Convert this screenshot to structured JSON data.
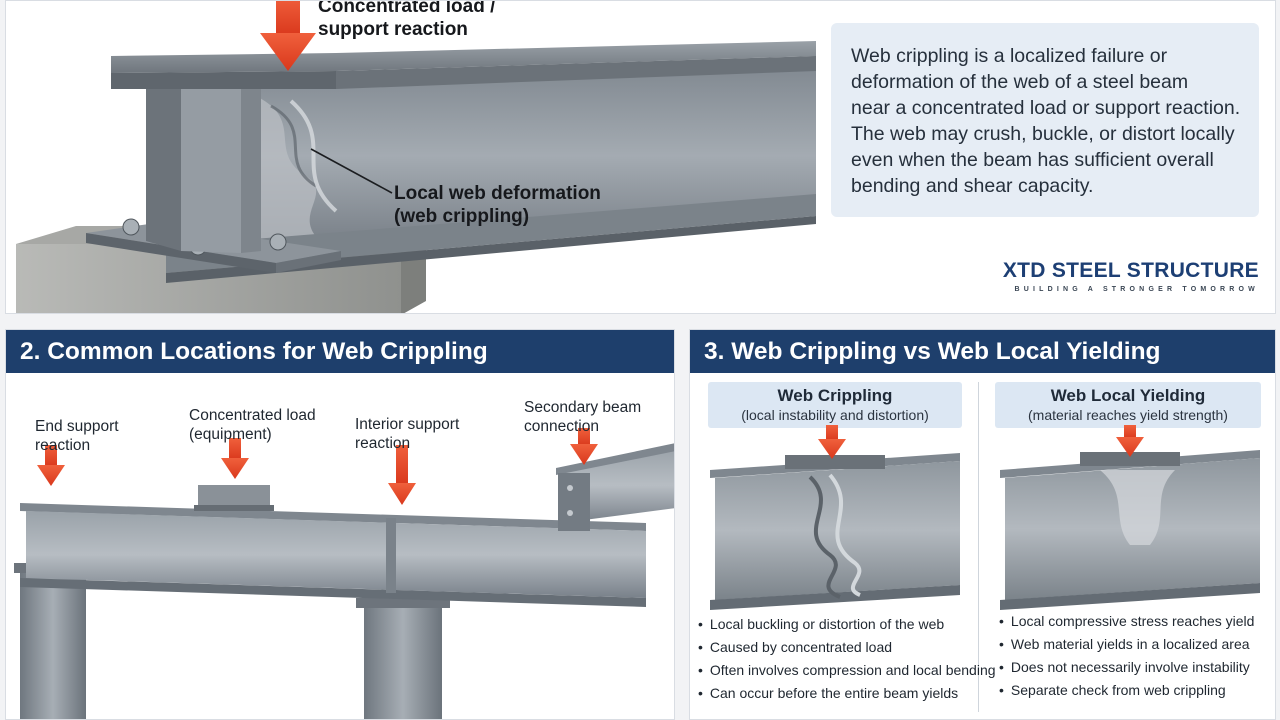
{
  "hero": {
    "callout_load": [
      "Concentrated load /",
      "support reaction"
    ],
    "callout_web": [
      "Local web deformation",
      "(web crippling)"
    ],
    "description": [
      "Web crippling is a localized failure or",
      "deformation of the web of a steel beam",
      "near a concentrated load or support reaction.",
      "The web may crush, buckle, or distort locally",
      "even when the beam has sufficient overall",
      "bending and shear capacity."
    ],
    "brand_name": "XTD STEEL STRUCTURE",
    "brand_tagline": "BUILDING A STRONGER TOMORROW"
  },
  "locations": {
    "title": "2. Common Locations for Web Crippling",
    "labels": [
      [
        "End support",
        "reaction"
      ],
      [
        "Concentrated load",
        "(equipment)"
      ],
      [
        "Interior support",
        "reaction"
      ],
      [
        "Secondary beam",
        "connection"
      ]
    ]
  },
  "comparison": {
    "title": "3. Web Crippling vs Web Local Yielding",
    "left": {
      "title": "Web Crippling",
      "subtitle": "(local instability and distortion)",
      "bullets": [
        "Local buckling or distortion of the web",
        "Caused by concentrated load",
        "Often involves compression and local bending",
        "Can occur before the entire beam yields"
      ]
    },
    "right": {
      "title": "Web Local Yielding",
      "subtitle": "(material reaches yield strength)",
      "bullets": [
        "Local compressive stress reaches yield",
        "Web material yields in a localized area",
        "Does not necessarily involve instability",
        "Separate check from web crippling"
      ]
    }
  },
  "colors": {
    "header_bg": "#1e3f6c",
    "arrow": "#e8482c",
    "steel": "#8e969e",
    "info_bg": "#e6edf5"
  }
}
